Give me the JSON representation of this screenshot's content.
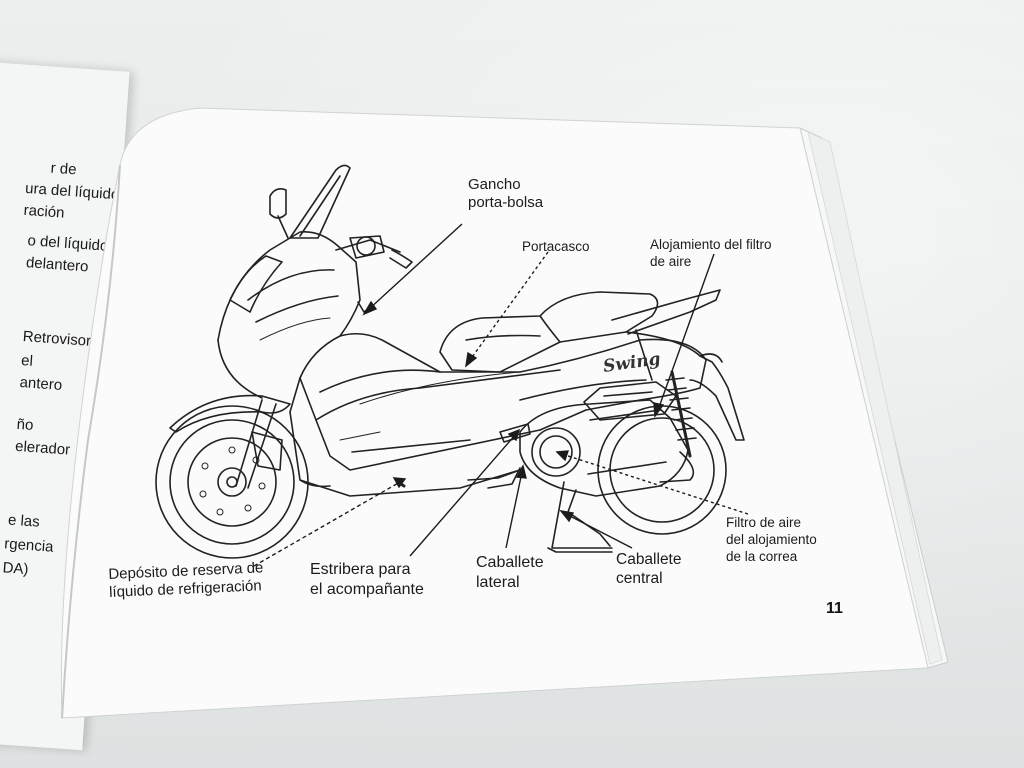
{
  "left_page": {
    "lines": [
      "r de",
      "ura del líquido",
      "ración",
      "o del líquido",
      "delantero",
      "Retrovisor",
      "el",
      "antero",
      "ño",
      "elerador",
      "e las",
      "rgencia",
      "DA)"
    ]
  },
  "diagram": {
    "labels": {
      "gancho": "Gancho\nporta-bolsa",
      "portacasco": "Portacasco",
      "filtro_aire_aloj": "Alojamiento del filtro\nde aire",
      "deposito": "Depósito de reserva de\nlíquido de refrigeración",
      "estribera": "Estribera para\nel acompañante",
      "caballete_lateral": "Caballete\nlateral",
      "caballete_central": "Caballete\ncentral",
      "filtro_correa": "Filtro de aire\ndel alojamiento\nde la correa"
    },
    "logo_text": "Swing"
  },
  "page_number": "11",
  "colors": {
    "page": "#fbfbfb",
    "ink": "#1c1c1c",
    "table": "#e3e6e6"
  }
}
